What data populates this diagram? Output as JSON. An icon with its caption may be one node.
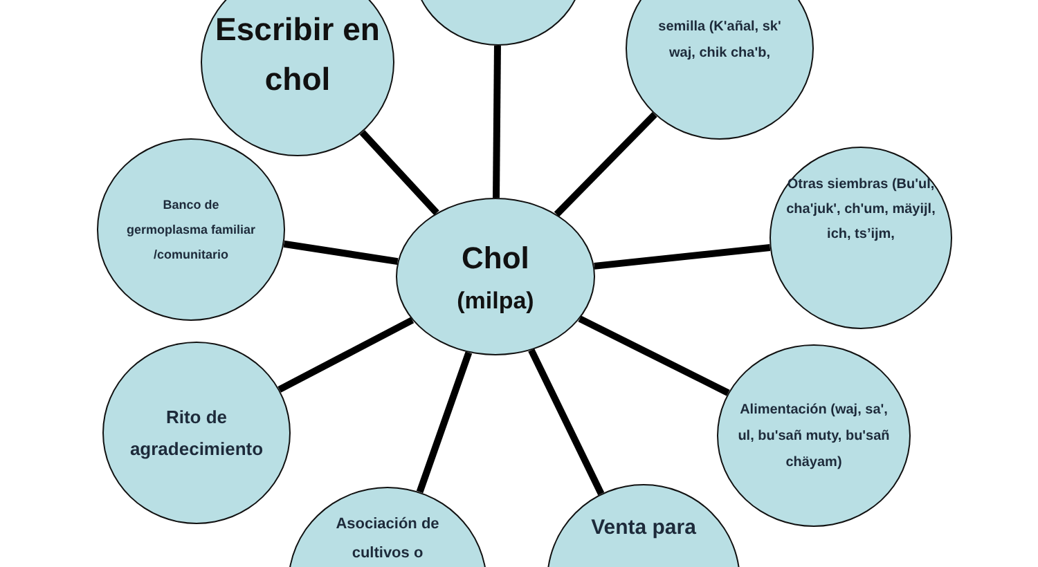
{
  "diagram": {
    "nodes": [
      {
        "text": [
          "Escribir en chol"
        ]
      },
      {
        "text": [],
        "shape": "circle"
      },
      {
        "text": [
          "semilla (K'añal, sk' waj, chik cha'b,"
        ]
      },
      {
        "text": [
          "Banco de germoplasma familiar /comunitario"
        ]
      },
      {
        "text": [
          "Otras siembras (Bu'ul, cha'juk', ch'um, mäyijl, ich, tsʼijm,"
        ]
      },
      {
        "text": [
          "Chol",
          "(milpa)"
        ]
      },
      {
        "text": [
          "Rito de agradecimiento"
        ]
      },
      {
        "text": [
          "Alimentación (waj, sa', ul, bu'sañ muty, bu'sañ chäyam)"
        ]
      },
      {
        "text": [
          "Asociación de cultivos o"
        ]
      },
      {
        "text": [
          "Venta para"
        ]
      }
    ],
    "edges": [
      {
        "from": 5,
        "to": 0,
        "arrow": "none"
      },
      {
        "from": 5,
        "to": 1,
        "arrow": "none"
      },
      {
        "from": 5,
        "to": 2,
        "arrow": "none"
      },
      {
        "from": 5,
        "to": 3,
        "arrow": "none"
      },
      {
        "from": 5,
        "to": 4,
        "arrow": "none"
      },
      {
        "from": 5,
        "to": 6,
        "arrow": "none"
      },
      {
        "from": 5,
        "to": 7,
        "arrow": "none"
      },
      {
        "from": 5,
        "to": 8,
        "arrow": "none"
      },
      {
        "from": 5,
        "to": 9,
        "arrow": "none"
      }
    ]
  }
}
